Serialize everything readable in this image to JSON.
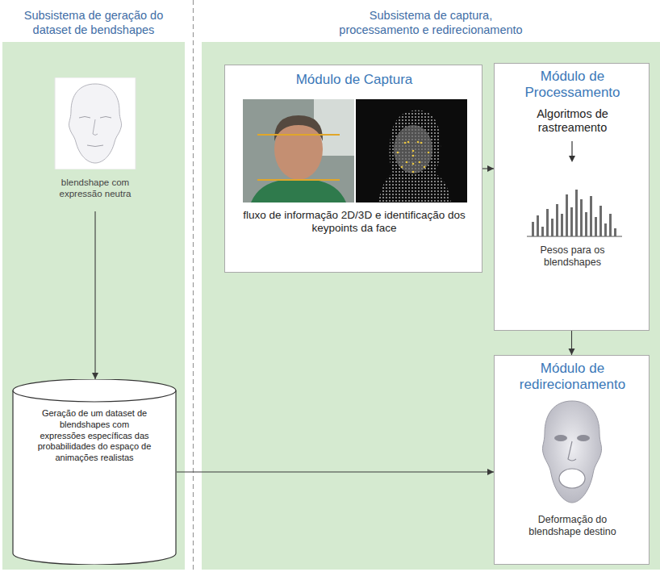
{
  "diagram": {
    "nodes": [
      {
        "text": [
          "Subsistema de geração do dataset de bendshapes"
        ]
      },
      {
        "text": [
          "Subsistema de captura, processamento e redirecionamento"
        ]
      },
      {
        "text": [
          "blendshape com expressão neutra"
        ],
        "in": 0
      },
      {
        "text": [
          "Geração de um dataset de blendshapes com expressões específicas das probabilidades do espaço de animações realistas"
        ],
        "in": 0
      },
      {
        "text": [
          "Módulo de Captura",
          "fluxo de informação 2D/3D e identificação dos keypoints da face"
        ],
        "in": 1
      },
      {
        "text": [
          "Módulo de Processamento",
          "Algoritmos de rastreamento",
          "Pesos para os blendshapes"
        ],
        "in": 1
      },
      {
        "text": [
          "Módulo de redirecionamento",
          "Deformação do blendshape destino"
        ],
        "in": 1
      }
    ],
    "edges": [
      {
        "from": 2,
        "to": 3,
        "arrow": "to"
      },
      {
        "from": 3,
        "to": 6,
        "arrow": "to"
      },
      {
        "from": 4,
        "to": 5,
        "arrow": "to"
      },
      {
        "from": 5,
        "to": 6,
        "arrow": "to"
      }
    ]
  }
}
